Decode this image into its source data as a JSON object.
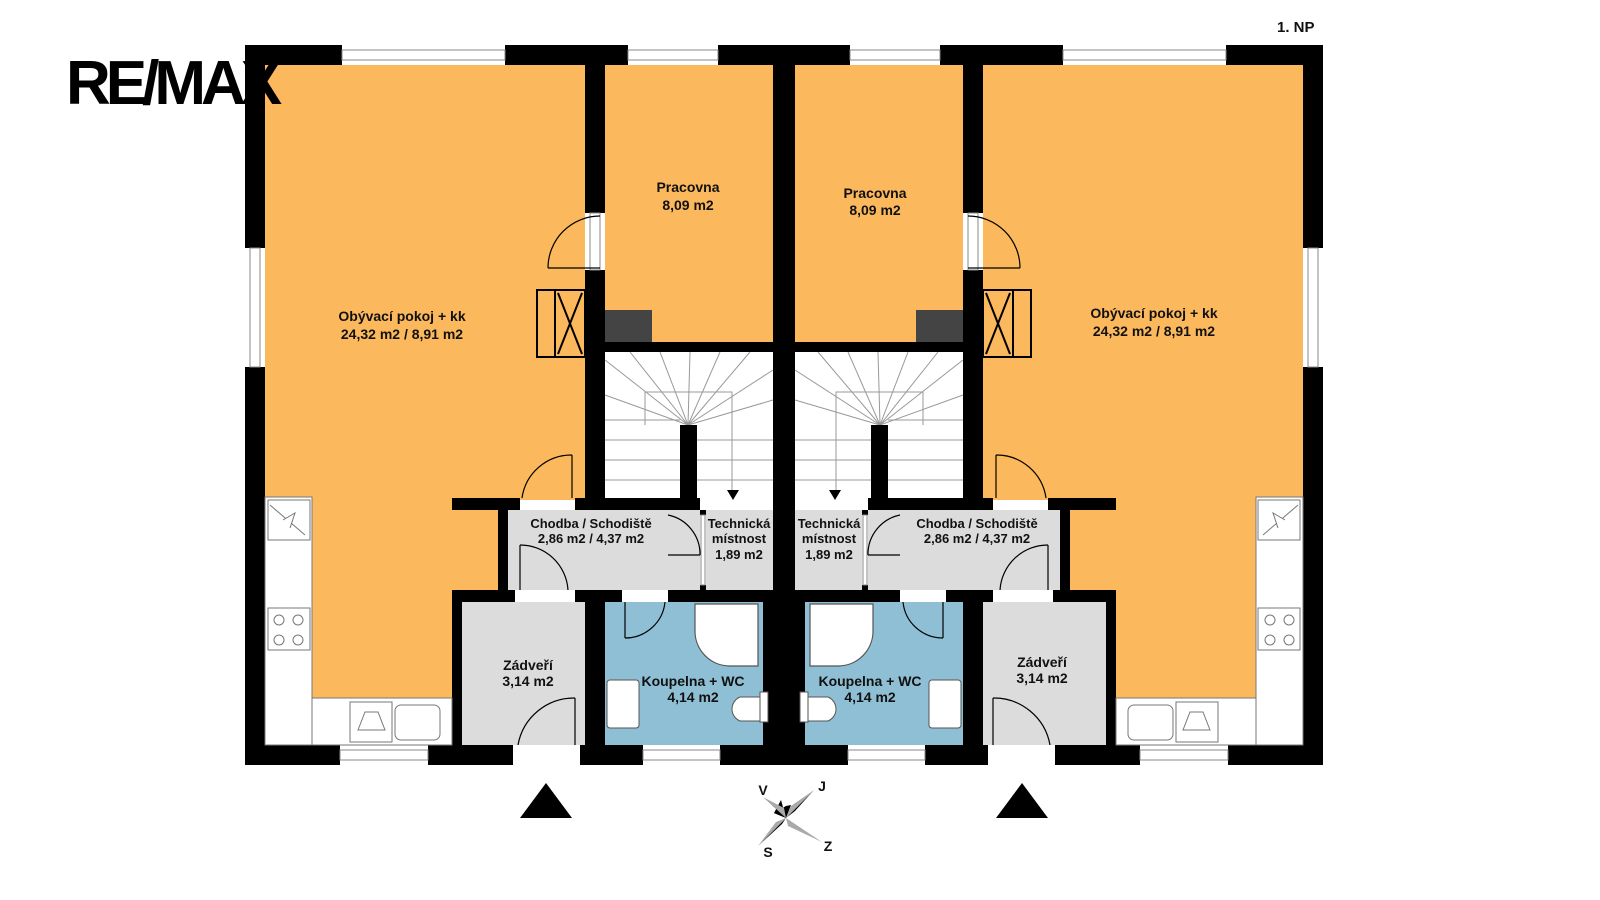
{
  "logo": {
    "text": "RE/MAX"
  },
  "floor_label": "1. NP",
  "colors": {
    "living": "#fbb85c",
    "hall": "#dcdcdc",
    "bath": "#8fbfd4",
    "wall": "#000000"
  },
  "units": [
    {
      "rooms": {
        "living": {
          "name": "Obývací pokoj + kk",
          "area": "24,32 m2 / 8,91 m2"
        },
        "study": {
          "name": "Pracovna",
          "area": "8,09 m2"
        },
        "hall": {
          "name": "Chodba / Schodiště",
          "area": "2,86 m2 / 4,37 m2"
        },
        "tech": {
          "name1": "Technická",
          "name2": "místnost",
          "area": "1,89 m2"
        },
        "entry": {
          "name": "Zádveří",
          "area": "3,14 m2"
        },
        "bath": {
          "name": "Koupelna + WC",
          "area": "4,14 m2"
        }
      }
    },
    {
      "rooms": {
        "living": {
          "name": "Obývací pokoj + kk",
          "area": "24,32 m2 / 8,91 m2"
        },
        "study": {
          "name": "Pracovna",
          "area": "8,09 m2"
        },
        "hall": {
          "name": "Chodba / Schodiště",
          "area": "2,86 m2 / 4,37 m2"
        },
        "tech": {
          "name1": "Technická",
          "name2": "místnost",
          "area": "1,89 m2"
        },
        "entry": {
          "name": "Zádveří",
          "area": "3,14 m2"
        },
        "bath": {
          "name": "Koupelna + WC",
          "area": "4,14 m2"
        }
      }
    }
  ],
  "compass": {
    "n": "V",
    "e": "J",
    "s": "Z",
    "w": "S"
  }
}
